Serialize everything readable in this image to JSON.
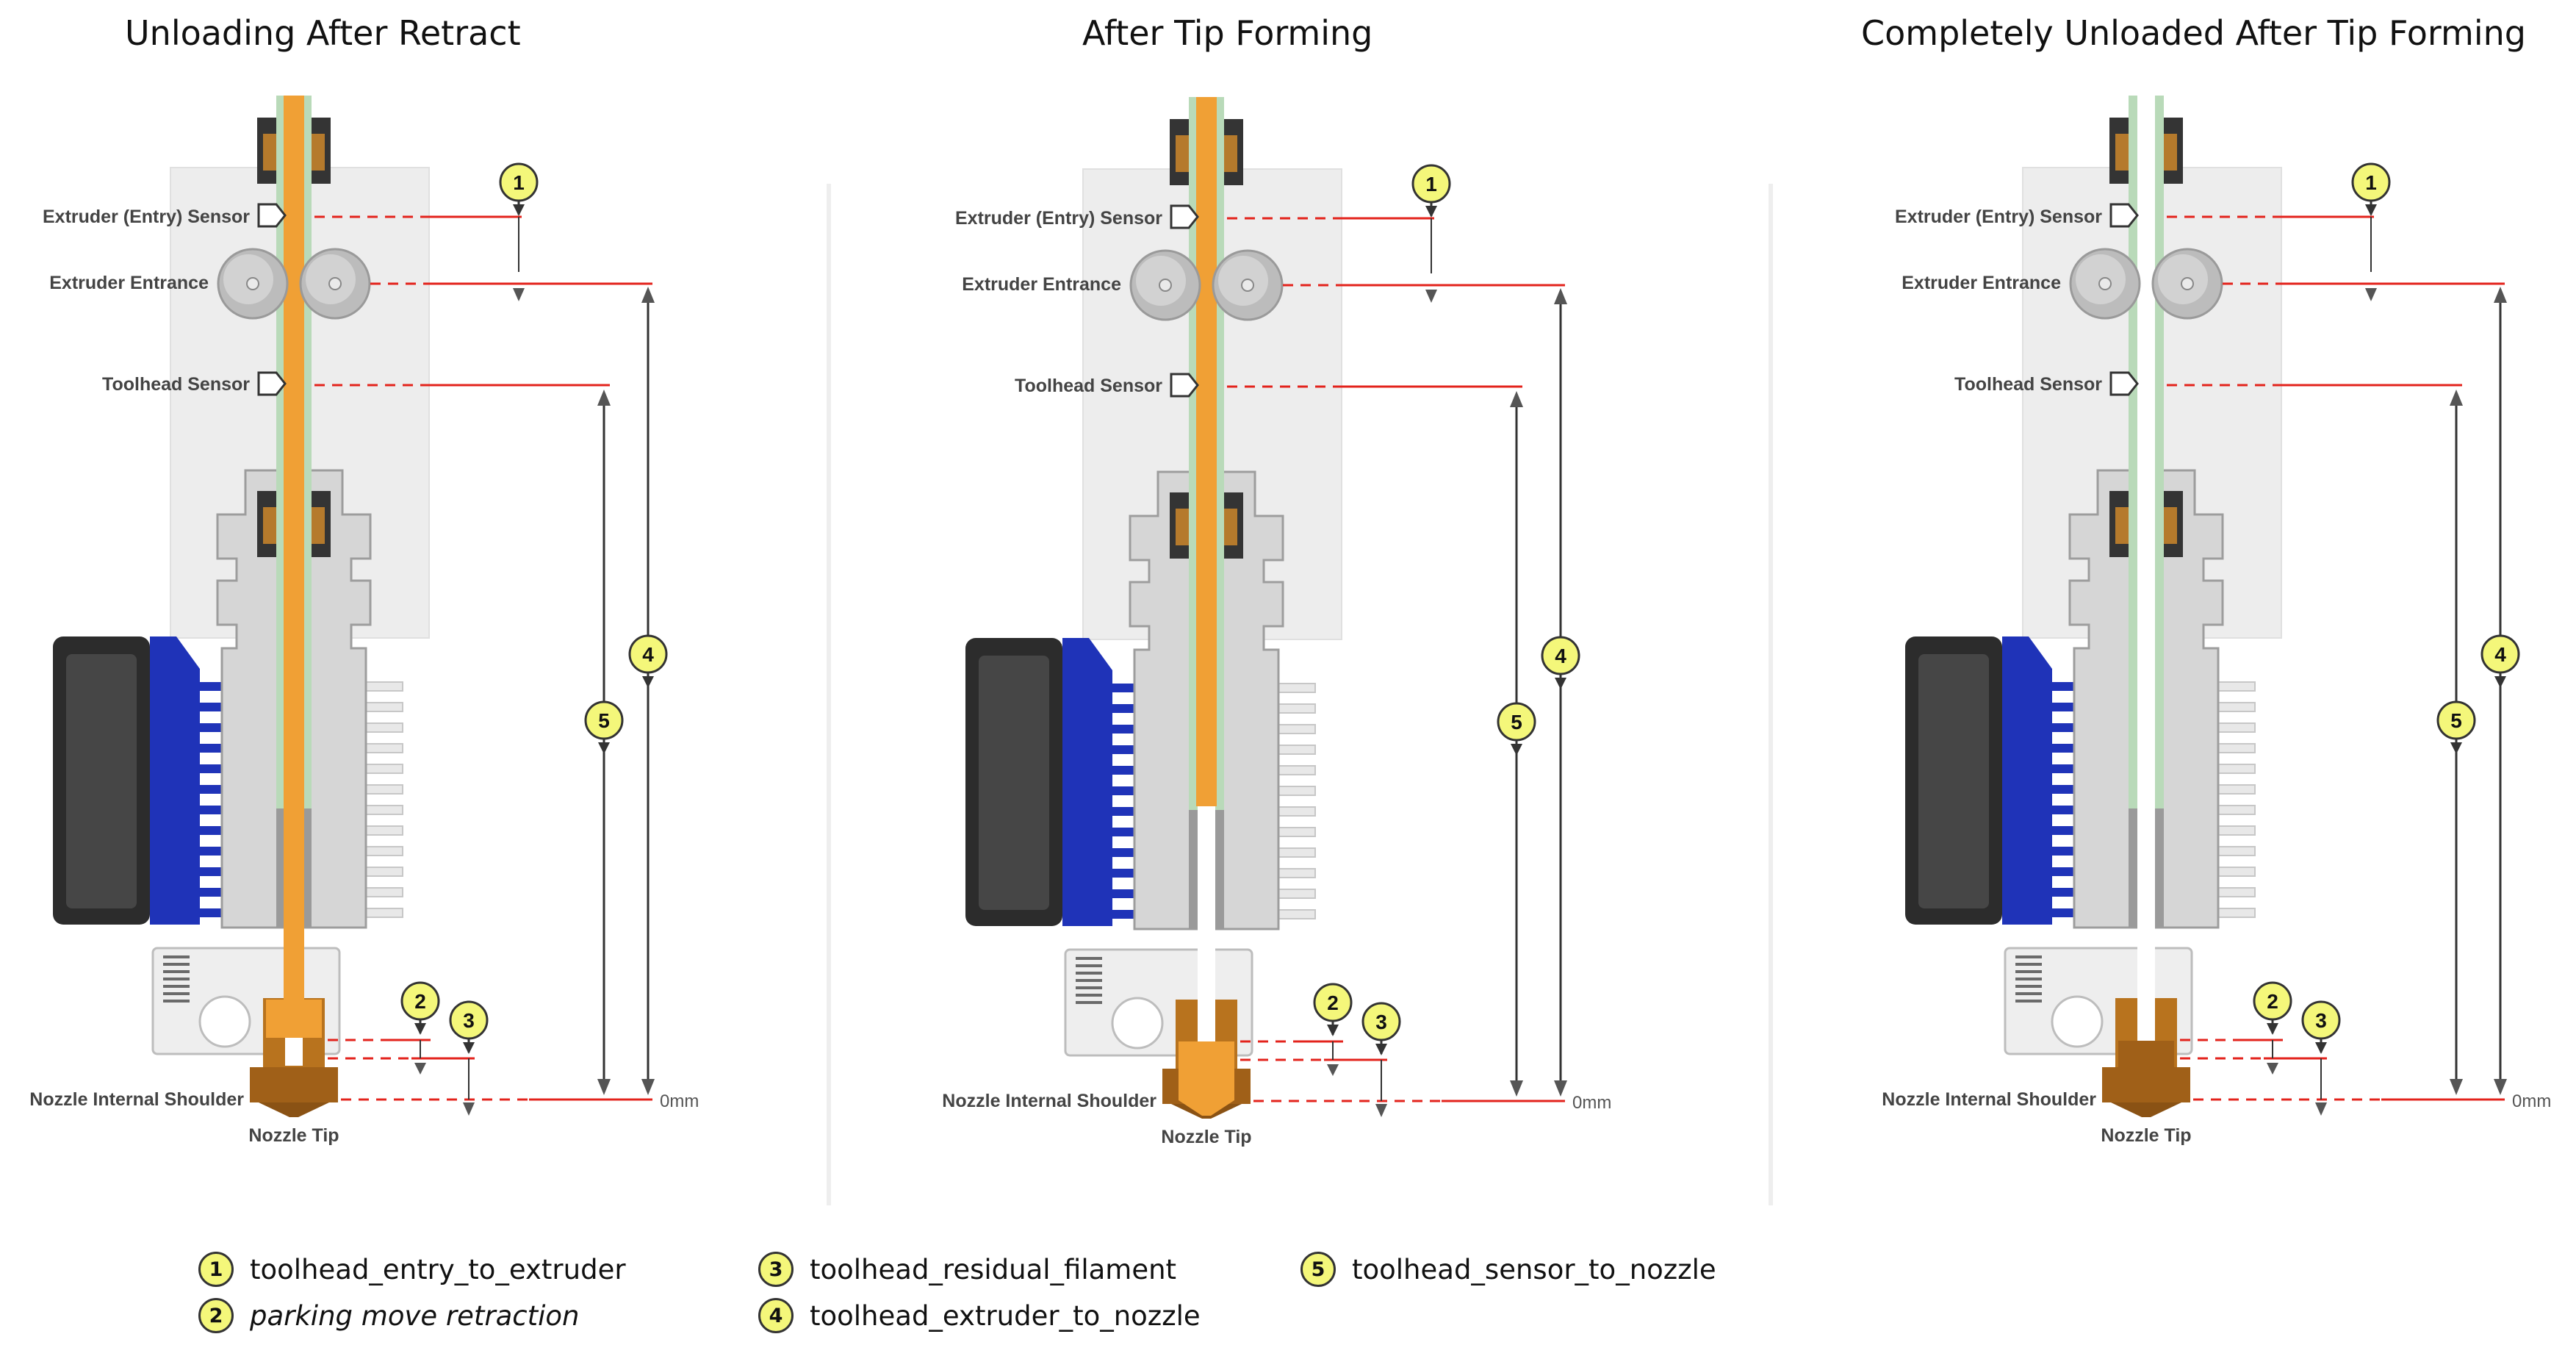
{
  "panels": [
    {
      "title": "Unloading After Retract",
      "state": "retracted"
    },
    {
      "title": "After Tip Forming",
      "state": "tip_formed"
    },
    {
      "title": "Completely Unloaded After Tip Forming",
      "state": "unloaded"
    }
  ],
  "labels": {
    "entry_sensor": "Extruder (Entry) Sensor",
    "extruder_entrance": "Extruder Entrance",
    "toolhead_sensor": "Toolhead Sensor",
    "nozzle_shoulder": "Nozzle Internal Shoulder",
    "nozzle_tip": "Nozzle Tip",
    "zero": "0mm"
  },
  "markers": [
    "1",
    "2",
    "3",
    "4",
    "5"
  ],
  "legend": [
    {
      "num": "1",
      "text": "toolhead_entry_to_extruder",
      "italic": false
    },
    {
      "num": "2",
      "text": "parking move retraction",
      "italic": true
    },
    {
      "num": "3",
      "text": "toolhead_residual_filament",
      "italic": false
    },
    {
      "num": "4",
      "text": "toolhead_extruder_to_nozzle",
      "italic": false
    },
    {
      "num": "5",
      "text": "toolhead_sensor_to_nozzle",
      "italic": false
    }
  ],
  "colors": {
    "filament": "#f0a035",
    "ptfe": "#b9dab9",
    "fan_blue": "#1f33b8",
    "marker_fill": "#f4f77a",
    "reference_line": "#e3231c",
    "nozzle_brass": "#b8731e"
  }
}
